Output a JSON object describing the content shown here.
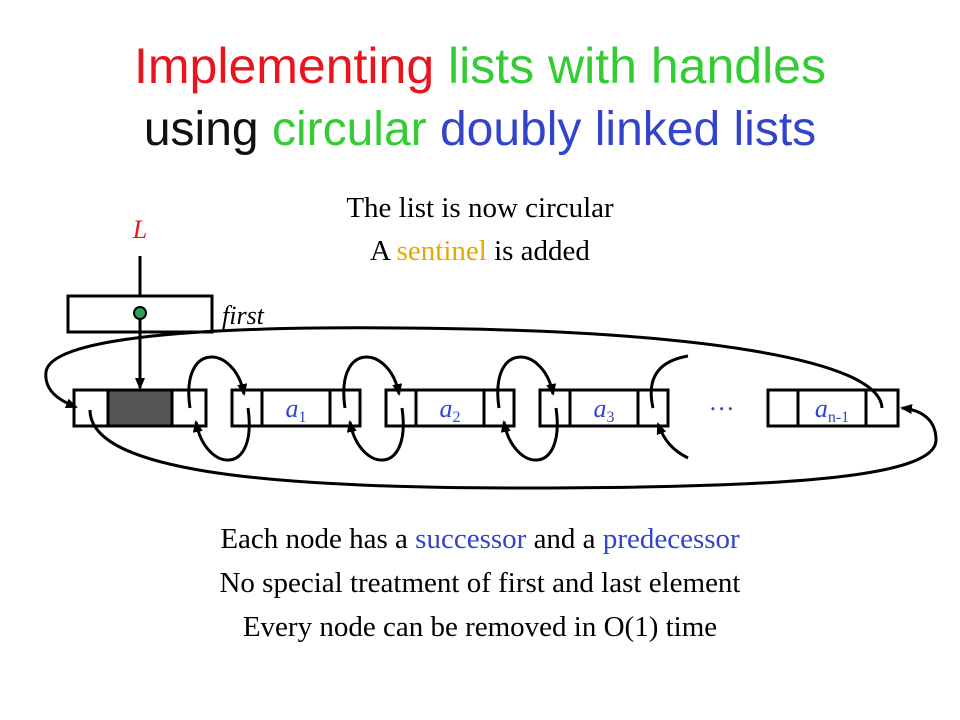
{
  "title": {
    "line1": [
      {
        "text": "Implementing",
        "color": "#e8141e"
      },
      {
        "text": " lists with handles",
        "color": "#33cc33"
      }
    ],
    "line2": [
      {
        "text": "using ",
        "color": "#111111"
      },
      {
        "text": "circular",
        "color": "#33cc33"
      },
      {
        "text": " doubly linked lists",
        "color": "#3344cc"
      }
    ]
  },
  "top_caption": {
    "line1": [
      {
        "text": "The list is now circular",
        "color": "#000000"
      }
    ],
    "line2": [
      {
        "text": "A ",
        "color": "#000000"
      },
      {
        "text": "sentinel",
        "color": "#e6a800"
      },
      {
        "text": " is added",
        "color": "#000000"
      }
    ]
  },
  "diagram": {
    "handle_label": "L",
    "handle_label_color": "#e8141e",
    "pointer_label": "first",
    "ellipsis": "…",
    "sentinel_fill": "#555555",
    "dot_color": "#2aa05a",
    "nodes": [
      {
        "base": "a",
        "sub": "1"
      },
      {
        "base": "a",
        "sub": "2"
      },
      {
        "base": "a",
        "sub": "3"
      },
      {
        "base": "a",
        "sub": "n-1"
      }
    ]
  },
  "bottom_caption": {
    "line1": [
      {
        "text": "Each node has a ",
        "color": "#000000"
      },
      {
        "text": "successor",
        "color": "#3344cc"
      },
      {
        "text": " and a ",
        "color": "#000000"
      },
      {
        "text": "predecessor",
        "color": "#3344cc"
      }
    ],
    "line2": [
      {
        "text": "No special treatment of first and last element",
        "color": "#000000"
      }
    ],
    "line3": [
      {
        "text": "Every node can be removed in O(1) time",
        "color": "#000000"
      }
    ]
  }
}
